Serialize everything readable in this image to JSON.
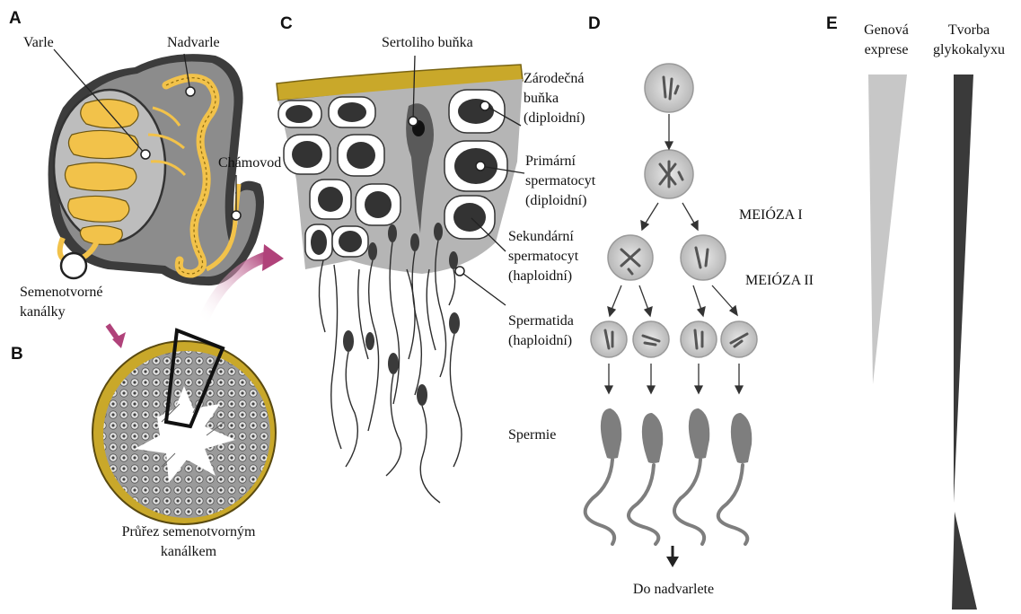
{
  "panels": {
    "a": "A",
    "b": "B",
    "c": "C",
    "d": "D",
    "e": "E"
  },
  "panel_a": {
    "varle": "Varle",
    "nadvarle": "Nadvarle",
    "chamovod": "Chámovod",
    "semenotvorne_1": "Semenotvorné",
    "semenotvorne_2": "kanálky"
  },
  "panel_b": {
    "caption_1": "Průřez semenotvorným",
    "caption_2": "kanálkem"
  },
  "panel_c": {
    "sertoli": "Sertoliho buňka",
    "zarodecna_1": "Zárodečná",
    "zarodecna_2": "buňka",
    "zarodecna_3": "(diploidní)",
    "primarni_1": "Primární",
    "primarni_2": "spermatocyt",
    "primarni_3": "(diploidní)",
    "sekundarni_1": "Sekundární",
    "sekundarni_2": "spermatocyt",
    "sekundarni_3": "(haploidní)",
    "spermatida_1": "Spermatida",
    "spermatida_2": "(haploidní)"
  },
  "panel_d": {
    "meioza_1": "MEIÓZA I",
    "meioza_2": "MEIÓZA II",
    "spermie": "Spermie",
    "do_nadvarlete": "Do nadvarlete"
  },
  "panel_e": {
    "genova_1": "Genová",
    "genova_2": "exprese",
    "tvorba_1": "Tvorba",
    "tvorba_2": "glykokalyxu"
  },
  "colors": {
    "testis_yellow": "#f2c24a",
    "gray_dark": "#4a4a4a",
    "gray_mid": "#8d8d8d",
    "gray_light": "#c8c8c8",
    "arrow_pink": "#b0427a",
    "tubule_gold": "#c9a82a"
  }
}
